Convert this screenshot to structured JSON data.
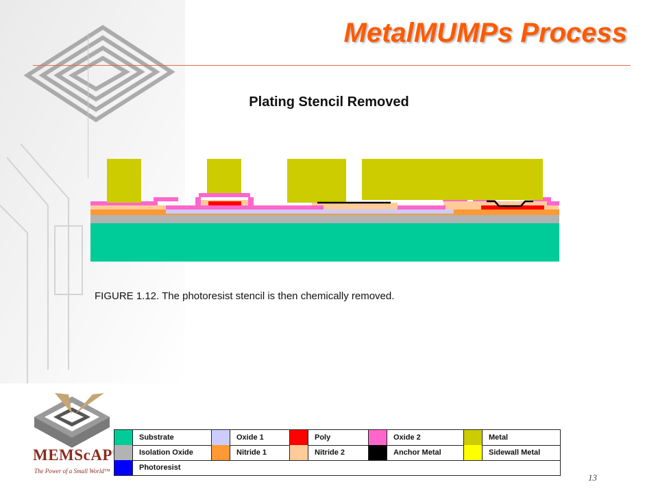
{
  "slide": {
    "title": "MetalMUMPs Process",
    "subtitle": "Plating Stencil Removed",
    "caption": "FIGURE 1.12.  The photoresist stencil is then chemically removed.",
    "page_number": "13"
  },
  "logo": {
    "name": "MEMScAP",
    "registered_mark": "®",
    "tagline": "The Power of a Small World™"
  },
  "legend": {
    "rows": [
      [
        {
          "label": "Substrate",
          "color": "#00cc99"
        },
        {
          "label": "Oxide 1",
          "color": "#ccccff"
        },
        {
          "label": "Poly",
          "color": "#ff0000"
        },
        {
          "label": "Oxide 2",
          "color": "#ff66cc"
        },
        {
          "label": "Metal",
          "color": "#cccc00"
        }
      ],
      [
        {
          "label": "Isolation Oxide",
          "color": "#b3b3b3"
        },
        {
          "label": "Nitride 1",
          "color": "#ff9933"
        },
        {
          "label": "Nitride 2",
          "color": "#ffcc99"
        },
        {
          "label": "Anchor Metal",
          "color": "#000000"
        },
        {
          "label": "Sidewall Metal",
          "color": "#ffff00"
        }
      ],
      [
        {
          "label": "Photoresist",
          "color": "#0000ff"
        }
      ]
    ]
  },
  "colors": {
    "title": "#ff5a00",
    "substrate": "#00cc99",
    "isolation_oxide": "#b3b3b3",
    "oxide1": "#ccccff",
    "nitride1": "#ff9933",
    "nitride2": "#ffcc99",
    "oxide2": "#ff66cc",
    "poly": "#ff0000",
    "metal": "#cccc00",
    "anchor_metal": "#000000"
  }
}
